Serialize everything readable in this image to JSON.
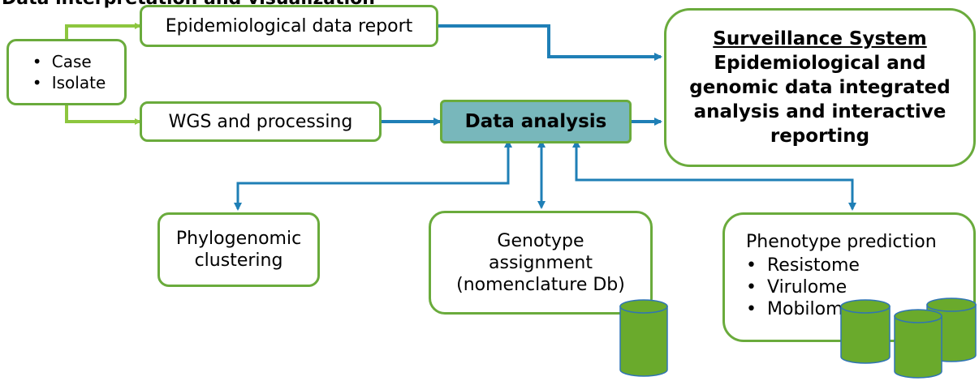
{
  "colors": {
    "green_border": "#6aab3c",
    "green_arrow": "#8dc63f",
    "blue_arrow": "#1f7fb6",
    "analysis_fill": "#78b7bb",
    "db_fill": "#6aaa2c",
    "db_stroke": "#2f74b5"
  },
  "header": {
    "cut_title": "Data interpretation and visualization"
  },
  "input": {
    "items": [
      "Case",
      "Isolate"
    ]
  },
  "epi_report": {
    "label": "Epidemiological data report"
  },
  "wgs": {
    "label": "WGS and processing"
  },
  "analysis": {
    "label": "Data analysis"
  },
  "surveillance": {
    "title": "Surveillance System",
    "body_lines": [
      "Epidemiological and",
      "genomic data integrated",
      "analysis and interactive",
      "reporting"
    ]
  },
  "phylo": {
    "lines": [
      "Phylogenomic",
      "clustering"
    ]
  },
  "genotype": {
    "lines": [
      "Genotype",
      "assignment",
      "(nomenclature Db)"
    ]
  },
  "phenotype": {
    "title": "Phenotype prediction",
    "items": [
      "Resistome",
      "Virulome",
      "Mobilome"
    ]
  },
  "icons": {
    "database": "database-icon",
    "arrow": "arrow-icon"
  }
}
